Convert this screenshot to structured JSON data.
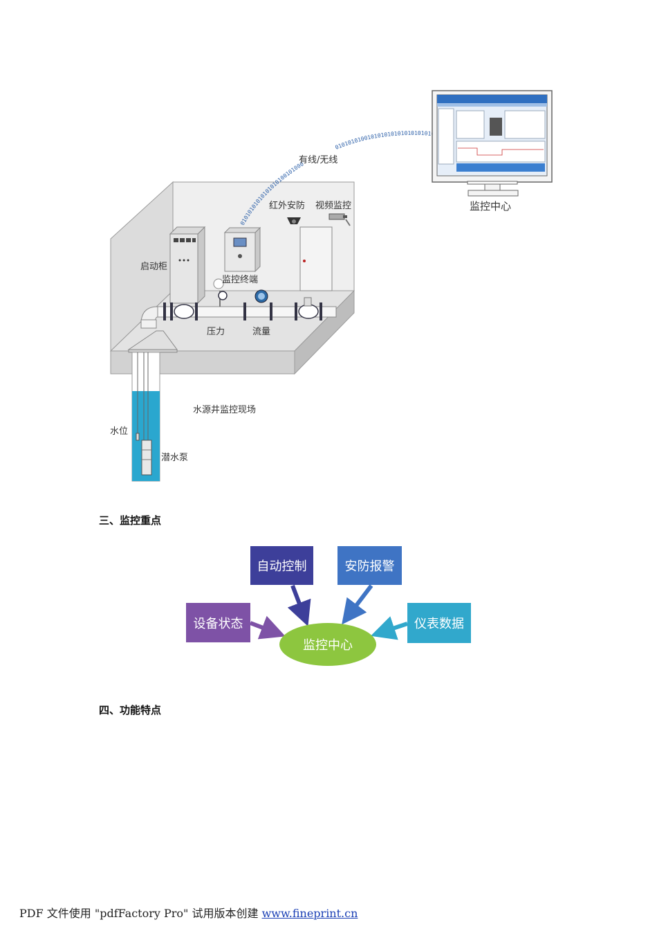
{
  "figure1": {
    "link_label": "有线/无线",
    "binary_top": "0101010100101010101010101010101010",
    "binary_left": "0101010101010101010010100010101010",
    "monitor_label": "监控中心",
    "infrared_label": "红外安防",
    "video_label": "视频监控",
    "cabinet_label": "启动柜",
    "terminal_label": "监控终端",
    "pressure_label": "压力",
    "flow_label": "流量",
    "site_label": "水源井监控现场",
    "water_level_label": "水位",
    "pump_label": "潜水泵"
  },
  "section3": {
    "heading": "三、监控重点"
  },
  "figure2": {
    "center": "监控中心",
    "auto_control": "自动控制",
    "security_alarm": "安防报警",
    "device_status": "设备状态",
    "meter_data": "仪表数据",
    "colors": {
      "auto_control": "#3d3f9a",
      "security_alarm": "#3f74c4",
      "device_status": "#7e52a6",
      "meter_data": "#31a8cc",
      "center": "#8dc63f"
    }
  },
  "section4": {
    "heading": "四、功能特点"
  },
  "footer": {
    "text": "PDF 文件使用 \"pdfFactory Pro\" 试用版本创建 ",
    "link": "www.fineprint.cn"
  }
}
